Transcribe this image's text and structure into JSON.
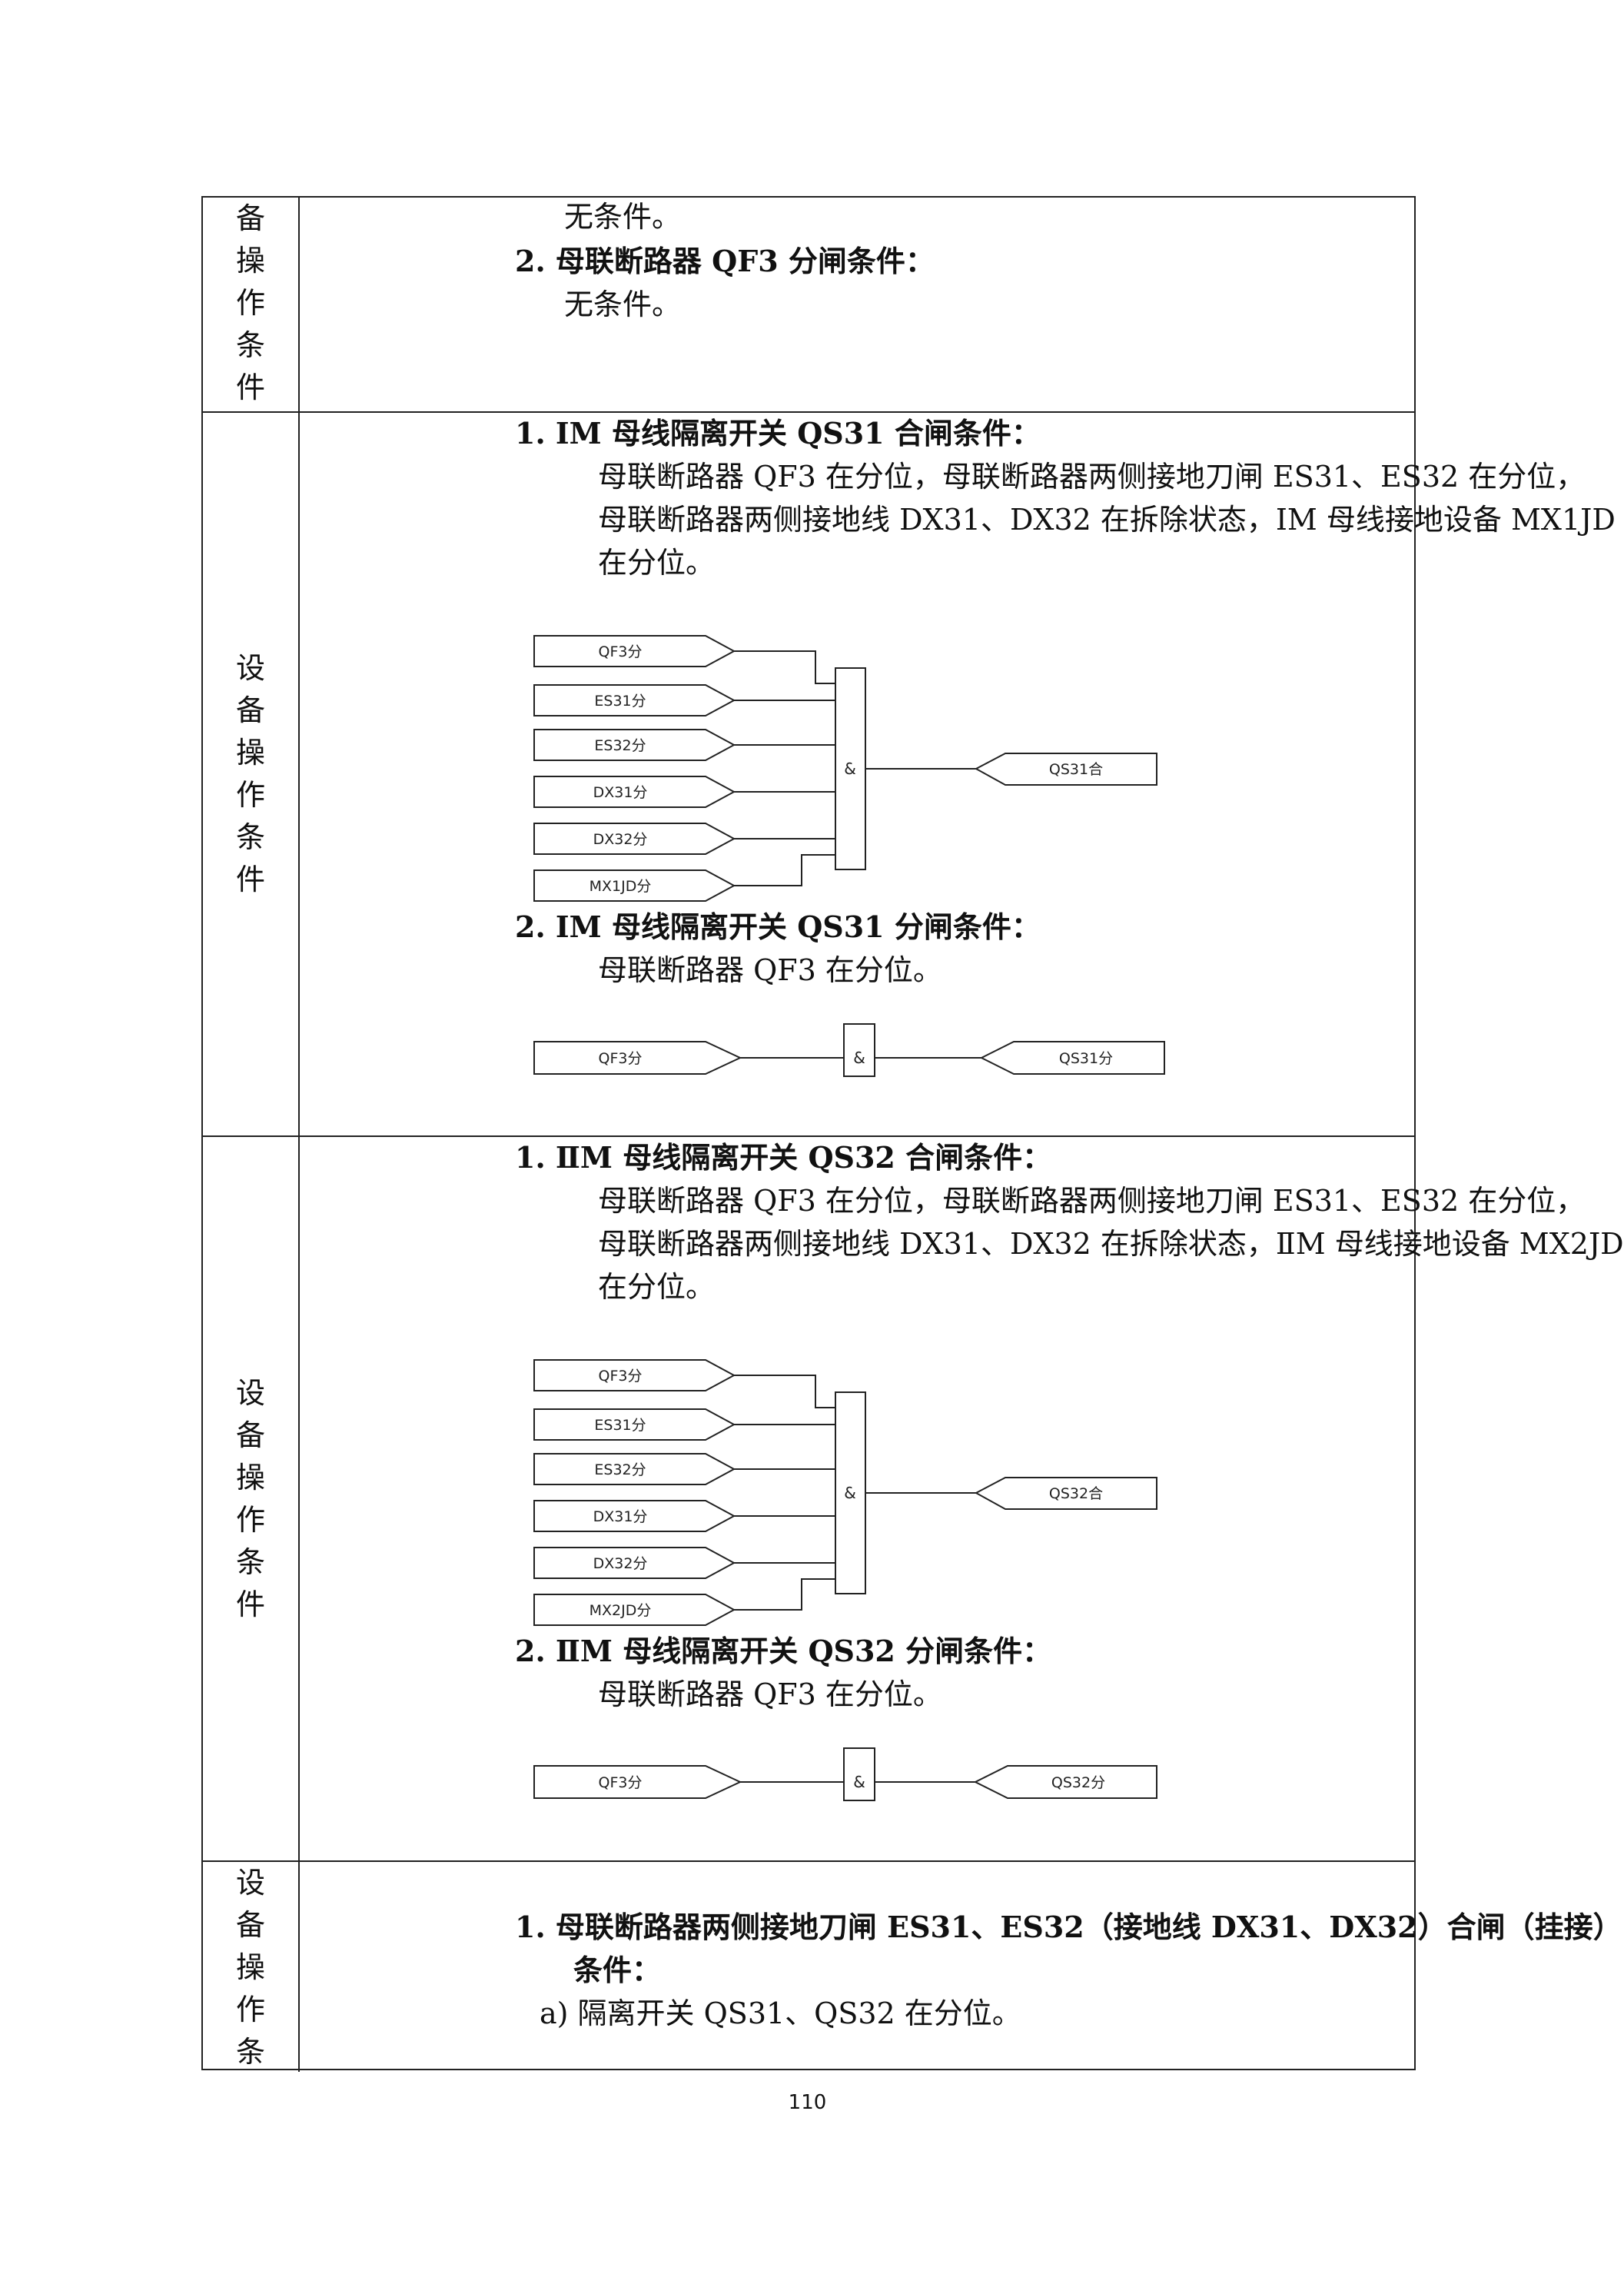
{
  "section_label_chars": [
    "设",
    "备",
    "操",
    "作",
    "条",
    "件"
  ],
  "row1": {
    "label_chars": [
      "备",
      "操",
      "作",
      "条",
      "件"
    ],
    "line1": "无条件。",
    "item2_title": "2.  母联断路器 QF3 分闸条件：",
    "item2_text": "无条件。"
  },
  "row2": {
    "item1_title": "1.  ⅠM 母线隔离开关 QS31 合闸条件：",
    "item1_lines": [
      "母联断路器 QF3 在分位，母联断路器两侧接地刀闸 ES31、ES32 在分位，",
      "母联断路器两侧接地线 DX31、DX32 在拆除状态，ⅠM 母线接地设备 MX1JD",
      "在分位。"
    ],
    "diagram1": {
      "inputs": [
        "QF3分",
        "ES31分",
        "ES32分",
        "DX31分",
        "DX32分",
        "MX1JD分"
      ],
      "gate": "&",
      "output": "QS31合"
    },
    "item2_title": "2.  ⅠM 母线隔离开关 QS31 分闸条件：",
    "item2_text": "母联断路器 QF3 在分位。",
    "diagram2": {
      "inputs": [
        "QF3分"
      ],
      "gate": "&",
      "output": "QS31分"
    }
  },
  "row3": {
    "item1_title": "1.  ⅡM 母线隔离开关 QS32 合闸条件：",
    "item1_lines": [
      "母联断路器 QF3 在分位，母联断路器两侧接地刀闸 ES31、ES32 在分位，",
      "母联断路器两侧接地线 DX31、DX32 在拆除状态，ⅡM 母线接地设备 MX2JD",
      "在分位。"
    ],
    "diagram1": {
      "inputs": [
        "QF3分",
        "ES31分",
        "ES32分",
        "DX31分",
        "DX32分",
        "MX2JD分"
      ],
      "gate": "&",
      "output": "QS32合"
    },
    "item2_title": "2.  ⅡM 母线隔离开关 QS32 分闸条件：",
    "item2_text": "母联断路器 QF3 在分位。",
    "diagram2": {
      "inputs": [
        "QF3分"
      ],
      "gate": "&",
      "output": "QS32分"
    }
  },
  "row4": {
    "label_chars": [
      "设",
      "备",
      "操",
      "作",
      "条"
    ],
    "item1_title_l1": "1.  母联断路器两侧接地刀闸 ES31、ES32（接地线 DX31、DX32）合闸（挂接）",
    "item1_title_l2": "条件：",
    "item_a": "a)  隔离开关 QS31、QS32 在分位。"
  },
  "page_number": "110"
}
